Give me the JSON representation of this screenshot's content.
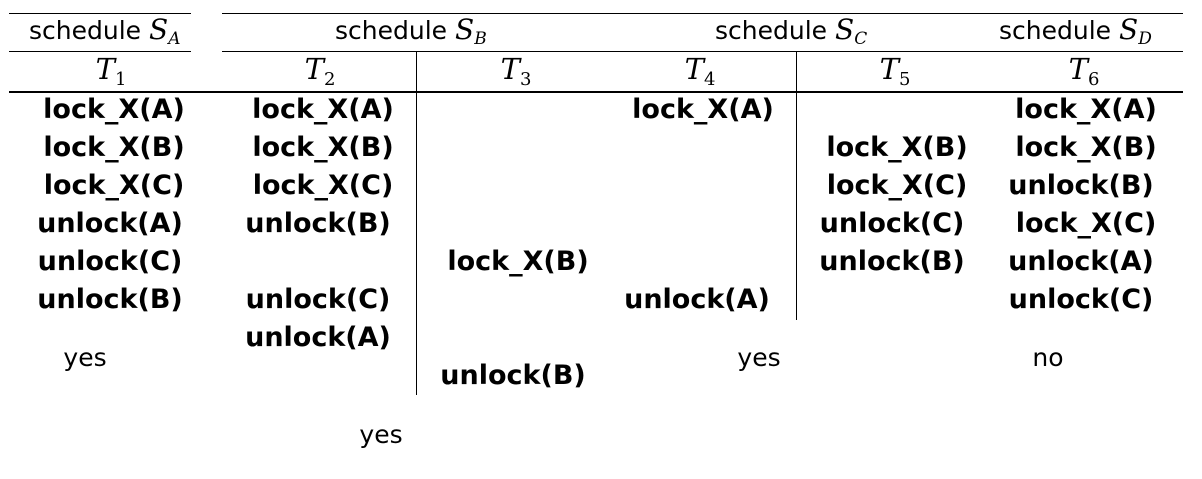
{
  "schedules": {
    "a": {
      "label": "schedule",
      "symbol": "S",
      "sub": "A"
    },
    "b": {
      "label": "schedule",
      "symbol": "S",
      "sub": "B"
    },
    "c": {
      "label": "schedule",
      "symbol": "S",
      "sub": "C"
    },
    "d": {
      "label": "schedule",
      "symbol": "S",
      "sub": "D"
    }
  },
  "transactions": {
    "t1": {
      "symbol": "T",
      "sub": "1"
    },
    "t2": {
      "symbol": "T",
      "sub": "2"
    },
    "t3": {
      "symbol": "T",
      "sub": "3"
    },
    "t4": {
      "symbol": "T",
      "sub": "4"
    },
    "t5": {
      "symbol": "T",
      "sub": "5"
    },
    "t6": {
      "symbol": "T",
      "sub": "6"
    }
  },
  "ops": {
    "t1": [
      "lock_X(A)",
      "lock_X(B)",
      "lock_X(C)",
      "unlock(A)",
      "unlock(C)",
      "unlock(B)"
    ],
    "t2": [
      "lock_X(A)",
      "lock_X(B)",
      "lock_X(C)",
      "unlock(B)",
      "unlock(C)",
      "unlock(A)"
    ],
    "t3": [
      "lock_X(B)",
      "unlock(B)"
    ],
    "t4": [
      "lock_X(A)",
      "unlock(A)"
    ],
    "t5": [
      "lock_X(B)",
      "lock_X(C)",
      "unlock(C)",
      "unlock(B)"
    ],
    "t6": [
      "lock_X(A)",
      "lock_X(B)",
      "unlock(B)",
      "lock_X(C)",
      "unlock(A)",
      "unlock(C)"
    ]
  },
  "answers": {
    "a": "yes",
    "b": "yes",
    "c": "yes",
    "d": "no"
  }
}
